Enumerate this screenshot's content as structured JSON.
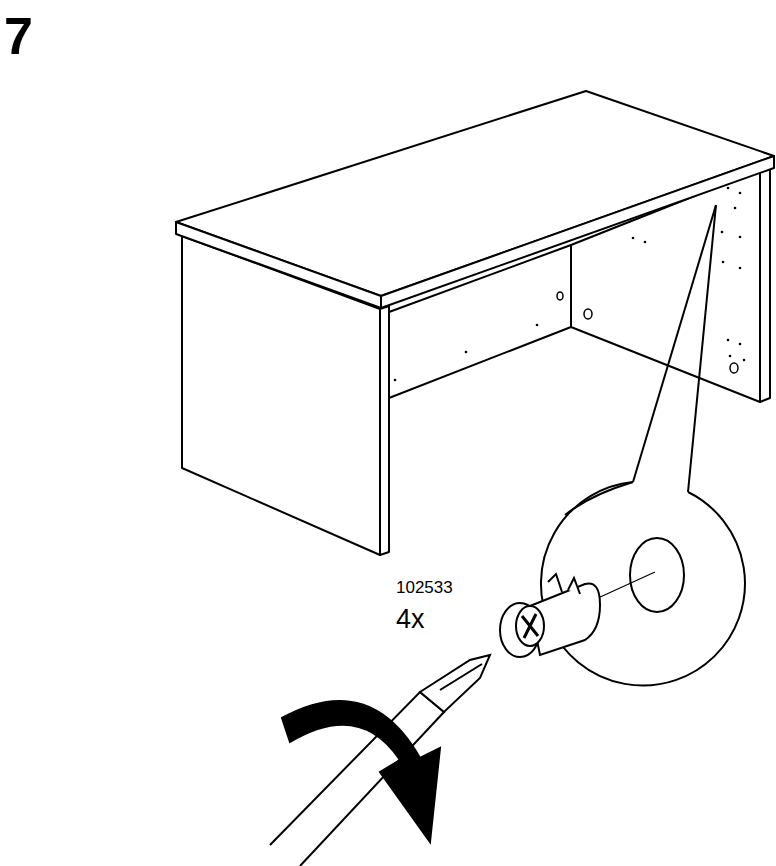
{
  "diagram": {
    "labels": [
      "7",
      "102533",
      "4x"
    ]
  }
}
